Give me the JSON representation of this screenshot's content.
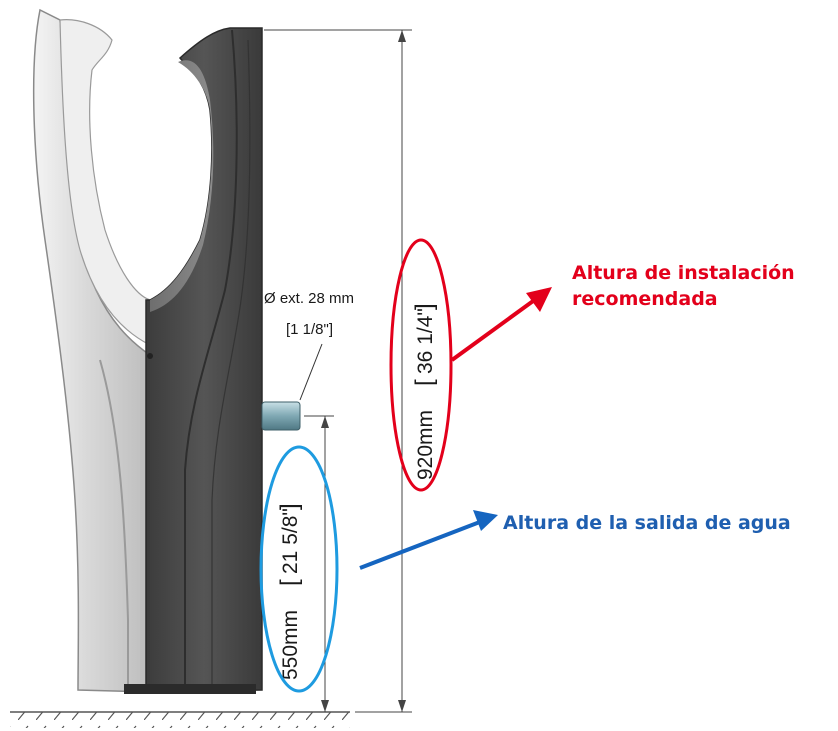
{
  "dimensions": {
    "pipe_diameter_line1": "Ø ext. 28 mm",
    "pipe_diameter_line2": "[1 1/8\"]",
    "total_height_mm": "920mm",
    "total_height_in": "36 1/4\"",
    "outlet_height_mm": "550mm",
    "outlet_height_in": "21 5/8\""
  },
  "callouts": {
    "install_height_line1": "Altura de instalación",
    "install_height_line2": "recomendada",
    "water_outlet": "Altura de la salida de agua"
  },
  "colors": {
    "install_highlight": "#e3001b",
    "water_highlight": "#1e9be0",
    "water_arrow": "#1565c0",
    "water_text": "#1f5fb0",
    "body_dark": "#4a4a4a",
    "body_light": "#e6e6e6"
  }
}
